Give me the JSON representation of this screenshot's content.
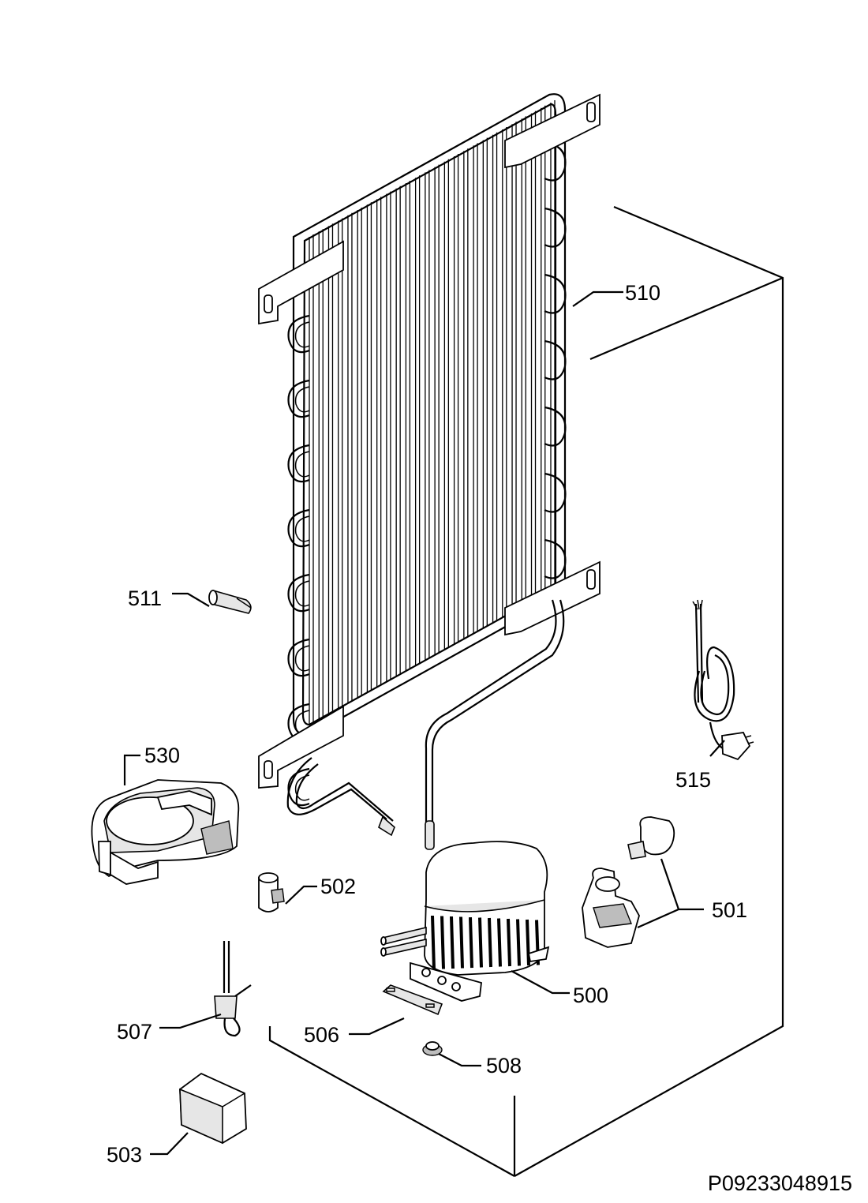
{
  "labels": {
    "l510": "510",
    "l511": "511",
    "l530": "530",
    "l515": "515",
    "l502": "502",
    "l501": "501",
    "l500": "500",
    "l507": "507",
    "l506": "506",
    "l508": "508",
    "l503": "503"
  },
  "doc_code": "P09233048915",
  "colors": {
    "ink": "#000000",
    "paper": "#ffffff"
  }
}
